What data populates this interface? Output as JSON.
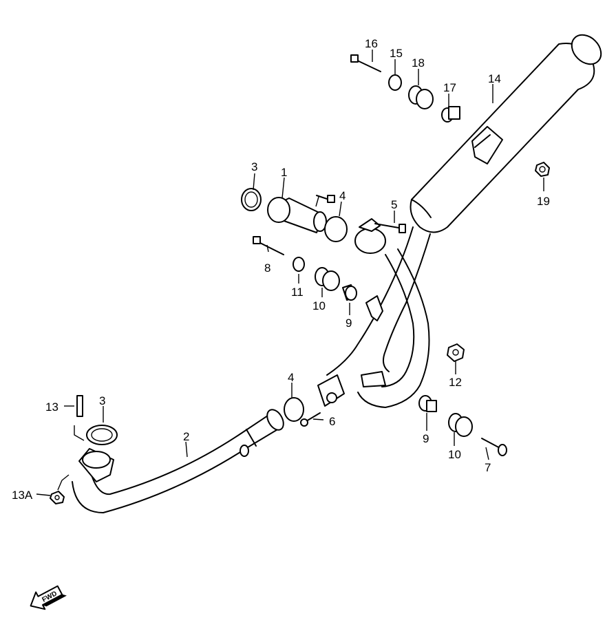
{
  "labels": {
    "l1": "1",
    "l2": "2",
    "l3a": "3",
    "l3b": "3",
    "l4a": "4",
    "l4b": "4",
    "l5": "5",
    "l6": "6",
    "l7": "7",
    "l8": "8",
    "l9a": "9",
    "l9b": "9",
    "l10a": "10",
    "l10b": "10",
    "l11": "11",
    "l12": "12",
    "l13": "13",
    "l13a": "13A",
    "l14": "14",
    "l15": "15",
    "l16": "16",
    "l17": "17",
    "l18": "18",
    "l19": "19"
  },
  "fwd": {
    "text": "FWD"
  }
}
